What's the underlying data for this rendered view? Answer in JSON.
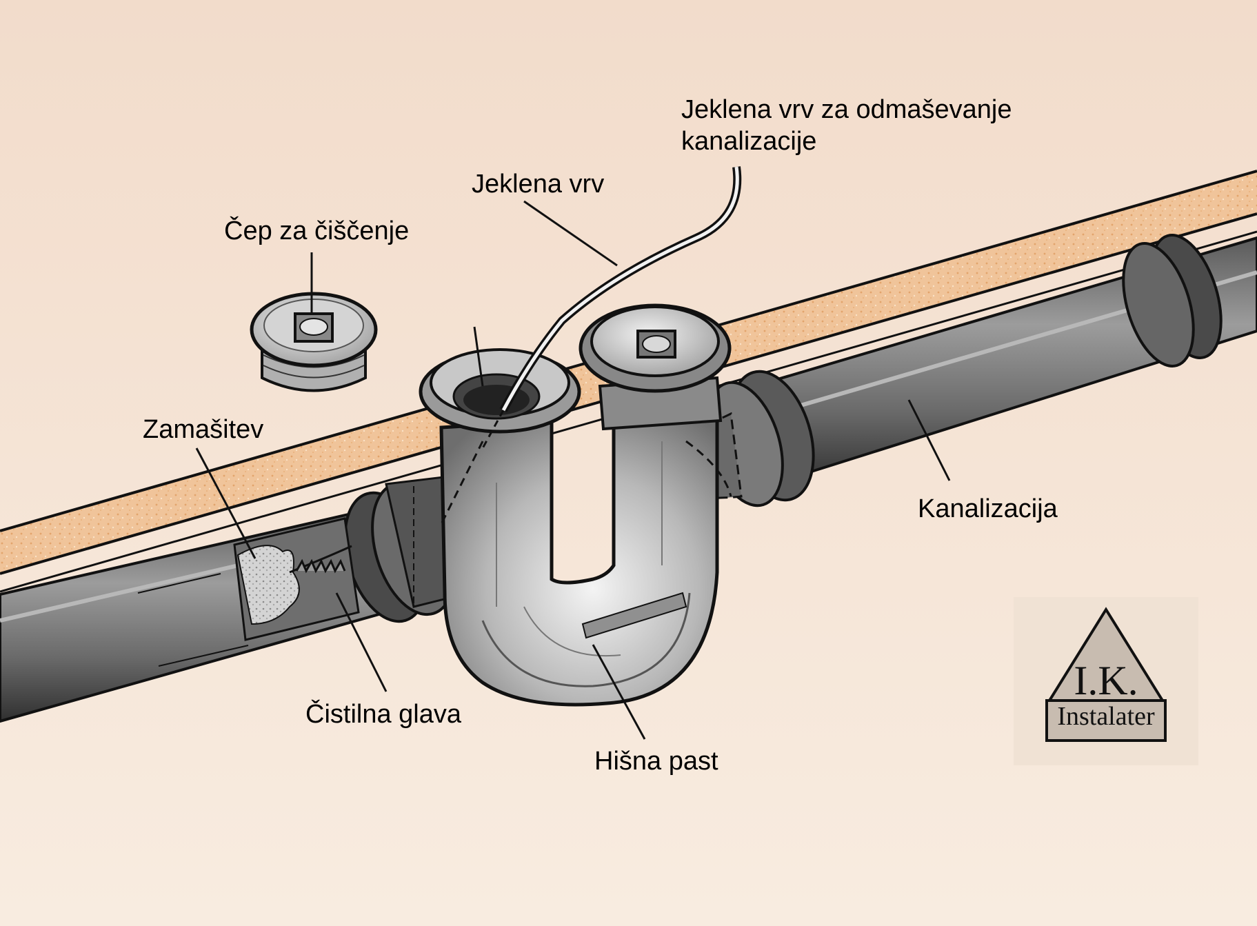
{
  "labels": {
    "cep": "Čep za čiščenje",
    "jeklena_vrv": "Jeklena vrv",
    "odmasevanje": "Jeklena vrv za odmaševanje\nkanalizacije",
    "zamasitev": "Zamašitev",
    "cistilna_glava": "Čistilna glava",
    "hisna_past": "Hišna past",
    "kanalizacija": "Kanalizacija"
  },
  "logo": {
    "mark": "I.K.",
    "name": "Instalater"
  },
  "colors": {
    "background_top": "#f2dccb",
    "background_bottom": "#f8ece0",
    "board": "#f0c49a",
    "pipe_dark": "#3a3a3a",
    "pipe_mid": "#8a8a8a",
    "trap_light": "#d6d6d6",
    "clog": "#cfcfcf",
    "logo_triangle": "#c8bcb0"
  }
}
